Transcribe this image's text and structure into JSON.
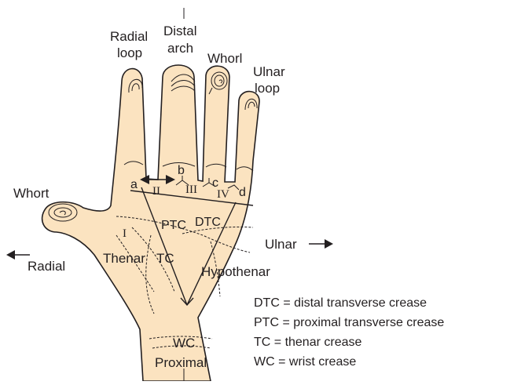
{
  "fingertip_labels": {
    "radial_loop": [
      "Radial",
      "loop"
    ],
    "distal_arch": [
      "Distal",
      "arch"
    ],
    "whorl": "Whorl",
    "ulnar_loop": [
      "Ulnar",
      "loop"
    ],
    "thumb_whorl": "Whort"
  },
  "triradii": {
    "a": "a",
    "b": "b",
    "c": "c",
    "d": "d"
  },
  "interdigital_areas": {
    "ii": "II",
    "iii": "III",
    "iv": "IV"
  },
  "palm_labels": {
    "thenar_i": "I",
    "ptc": "PTC",
    "dtc": "DTC",
    "thenar": "Thenar",
    "tc": "TC",
    "hypothenar": "Hypothenar",
    "wc": "WC",
    "proximal": "Proximal"
  },
  "directions": {
    "ulnar": "Ulnar",
    "radial": "Radial"
  },
  "legend": [
    "DTC =  distal transverse crease",
    "PTC = proximal transverse crease",
    "TC = thenar crease",
    "WC = wrist crease"
  ],
  "colors": {
    "skin": "#fbe3c0",
    "ink": "#231f20"
  }
}
